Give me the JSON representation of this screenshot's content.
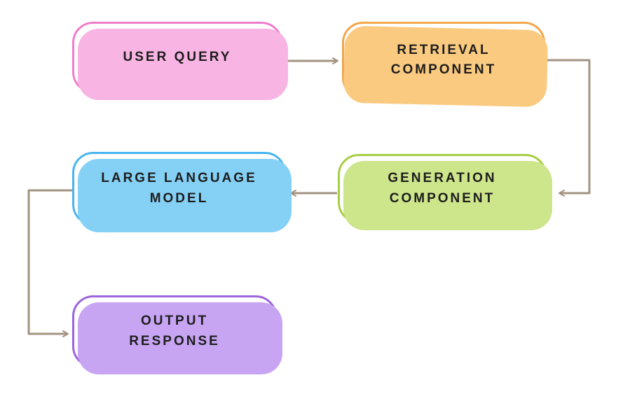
{
  "diagram": {
    "background_color": "#ffffff",
    "arrow_color": "#a39380",
    "text_color": "#1d1d1d",
    "nodes": [
      {
        "id": "user-query",
        "label": "USER QUERY",
        "border_color": "#f07ccc",
        "shadow_color": "#f8b4e2"
      },
      {
        "id": "retrieval-component",
        "label": "RETRIEVAL COMPONENT",
        "border_color": "#f3a64b",
        "shadow_color": "#fbca81"
      },
      {
        "id": "generation-component",
        "label": "GENERATION COMPONENT",
        "border_color": "#a6ce44",
        "shadow_color": "#cde58b"
      },
      {
        "id": "large-language-model",
        "label": "LARGE LANGUAGE MODEL",
        "border_color": "#49b4ef",
        "shadow_color": "#85d1f6"
      },
      {
        "id": "output-response",
        "label": "OUTPUT RESPONSE",
        "border_color": "#9c64dd",
        "shadow_color": "#c7a5f3"
      }
    ],
    "edges": [
      {
        "from": "user-query",
        "to": "retrieval-component"
      },
      {
        "from": "retrieval-component",
        "to": "generation-component"
      },
      {
        "from": "generation-component",
        "to": "large-language-model"
      },
      {
        "from": "large-language-model",
        "to": "output-response"
      }
    ]
  }
}
